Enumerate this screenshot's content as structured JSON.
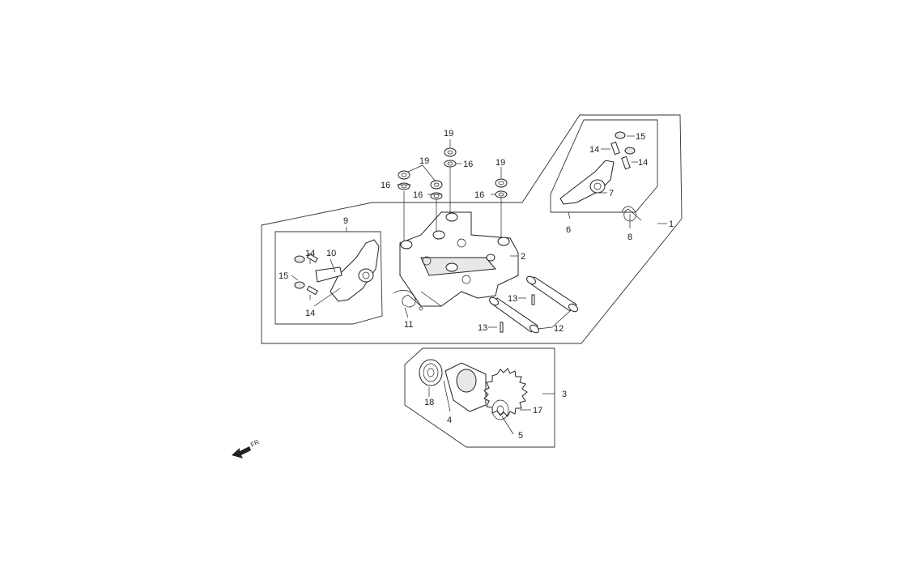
{
  "diagram": {
    "direction_label": "FR",
    "callouts": {
      "c1": "1",
      "c2": "2",
      "c3": "3",
      "c4": "4",
      "c5": "5",
      "c6": "6",
      "c7": "7",
      "c8": "8",
      "c9": "9",
      "c10": "10",
      "c11": "11",
      "c12": "12",
      "c13a": "13",
      "c13b": "13",
      "c14a": "14",
      "c14b": "14",
      "c14c": "14",
      "c14d": "14",
      "c15a": "15",
      "c15b": "15",
      "c16a": "16",
      "c16b": "16",
      "c16c": "16",
      "c16d": "16",
      "c17": "17",
      "c18": "18",
      "c19a": "19",
      "c19b": "19",
      "c19c": "19"
    }
  }
}
